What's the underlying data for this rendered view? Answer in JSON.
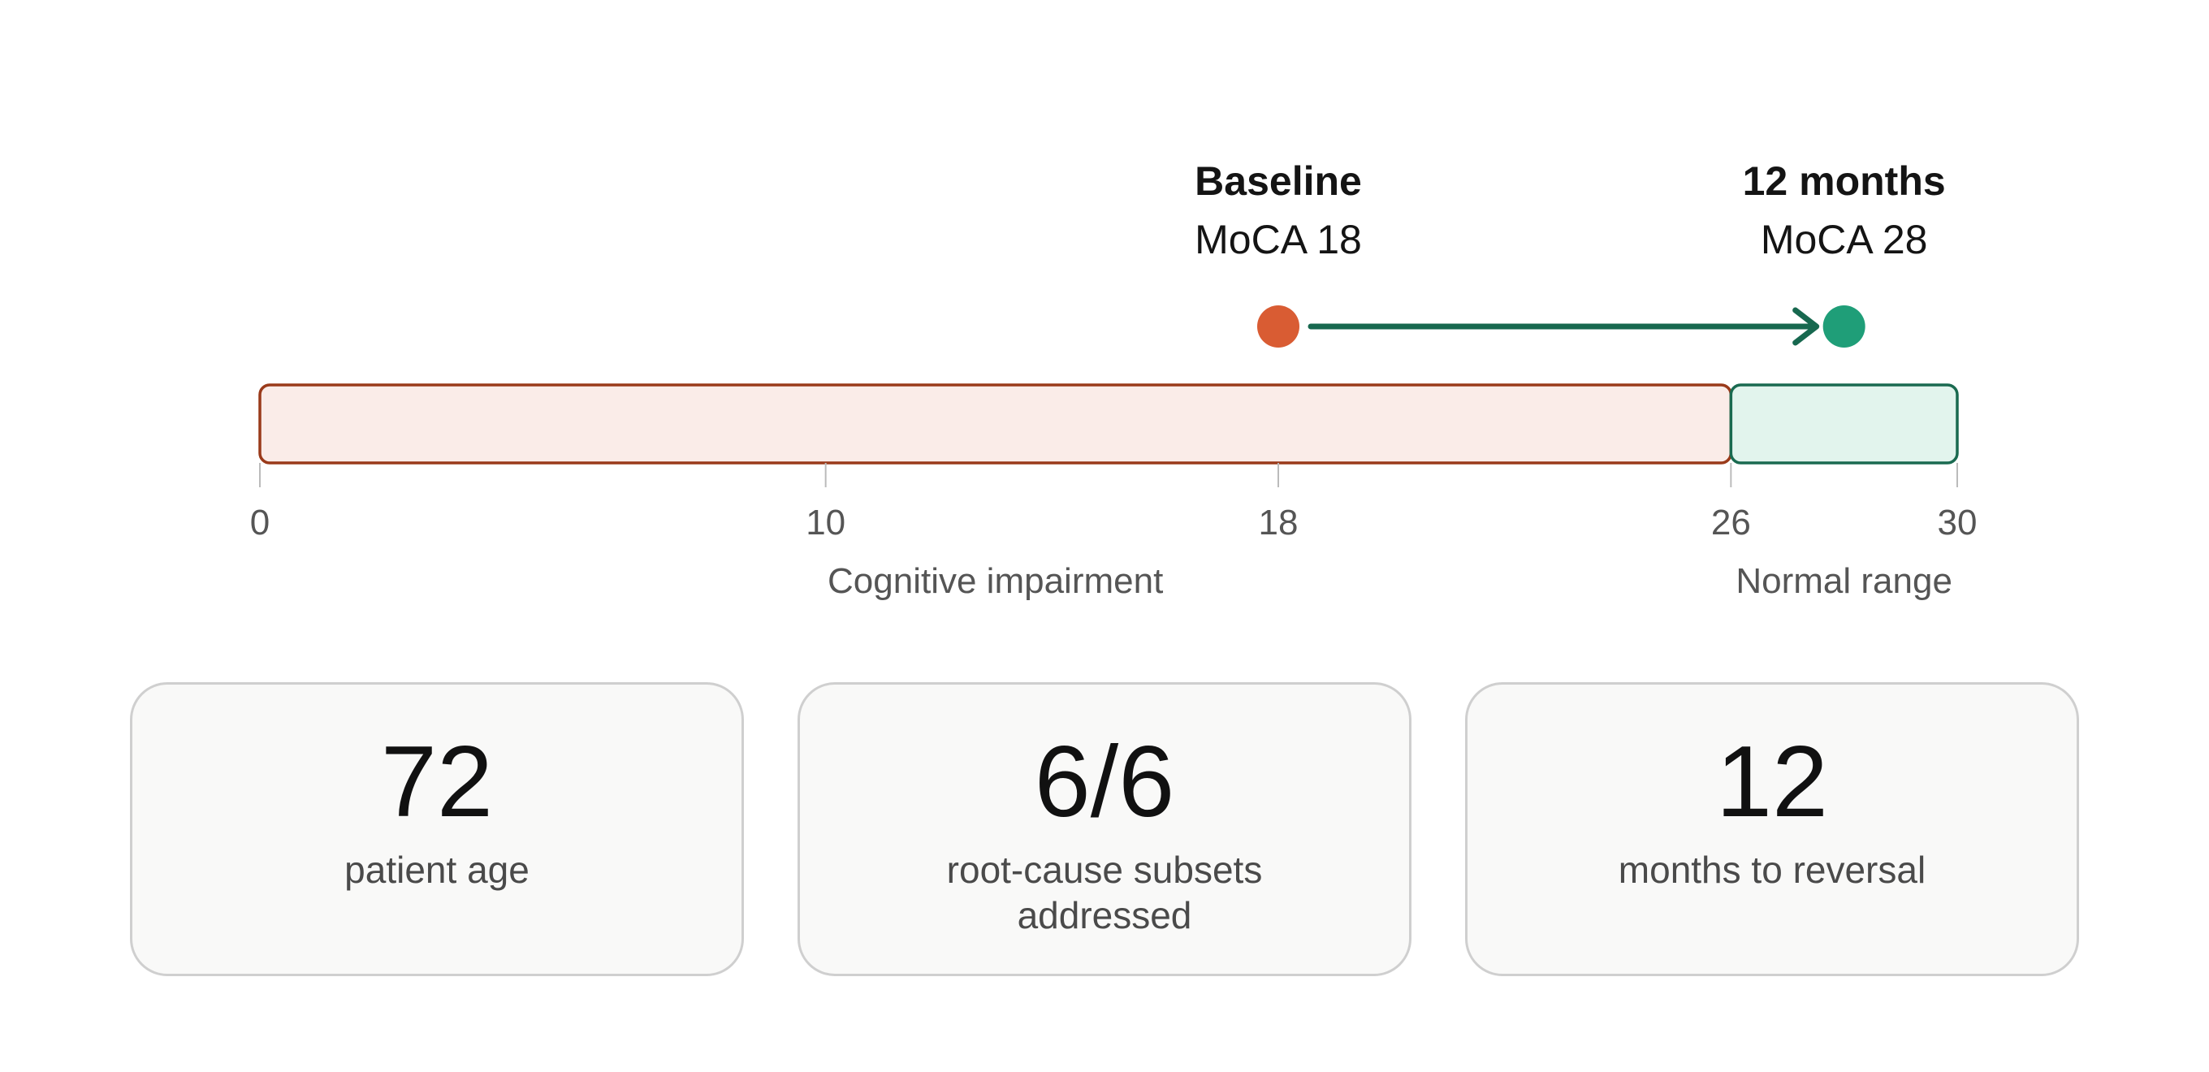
{
  "chart_data": {
    "type": "range-scale",
    "axis": {
      "min": 0,
      "max": 30,
      "ticks": [
        0,
        10,
        18,
        26,
        30
      ]
    },
    "zones": [
      {
        "label": "Cognitive impairment",
        "from": 0,
        "to": 26,
        "color": "#faece8",
        "border": "#9a3a1a"
      },
      {
        "label": "Normal range",
        "from": 26,
        "to": 30,
        "color": "#e2f4ed",
        "border": "#1a6a50"
      }
    ],
    "points": [
      {
        "title": "Baseline",
        "subtitle": "MoCA 18",
        "value": 18,
        "color": "#d95c33"
      },
      {
        "title": "12 months",
        "subtitle": "MoCA 28",
        "value": 28,
        "color": "#1f9e78"
      }
    ],
    "arrow": {
      "from": 18,
      "to": 28,
      "color": "#17684f"
    }
  },
  "stats": [
    {
      "value": "72",
      "label": "patient age"
    },
    {
      "value": "6/6",
      "label": "root-cause subsets addressed"
    },
    {
      "value": "12",
      "label": "months to reversal"
    }
  ]
}
